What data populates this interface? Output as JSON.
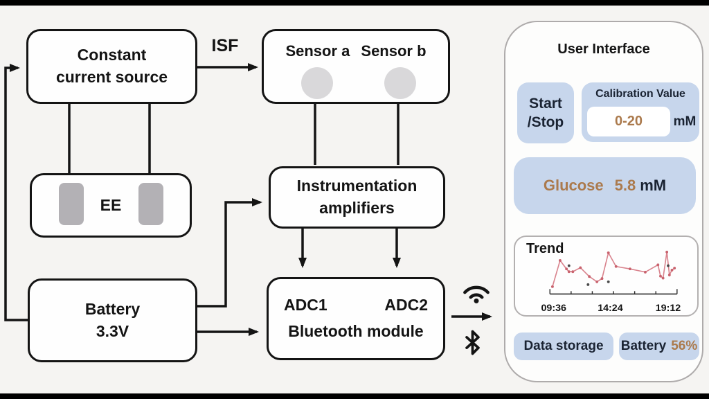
{
  "colors": {
    "accent_blue": "#c7d6ec",
    "accent_brown": "#ab7a4d",
    "ink": "#141414",
    "trend_line": "#d9848e"
  },
  "diagram": {
    "isf_label": "ISF",
    "constant_current_source": {
      "line1": "Constant",
      "line2": "current source"
    },
    "sensors": {
      "a": "Sensor a",
      "b": "Sensor b"
    },
    "ee": "EE",
    "amplifiers": {
      "line1": "Instrumentation",
      "line2": "amplifiers"
    },
    "battery": {
      "line1": "Battery",
      "line2": "3.3V"
    },
    "adc": {
      "left": "ADC1",
      "right": "ADC2",
      "line2": "Bluetooth module"
    }
  },
  "ui": {
    "title": "User Interface",
    "start_stop": {
      "line1": "Start",
      "line2": "/Stop"
    },
    "calibration": {
      "label": "Calibration Value",
      "value": "0-20",
      "unit": "mM"
    },
    "glucose": {
      "label": "Glucose",
      "value": "5.8",
      "unit": "mM"
    },
    "trend_title": "Trend",
    "data_storage": "Data storage",
    "battery_label": "Battery",
    "battery_value": "56%"
  },
  "chart_data": {
    "type": "line",
    "title": "Trend",
    "x_ticks": [
      "09:36",
      "14:24",
      "19:12"
    ],
    "x_tick_positions": [
      3,
      47.5,
      93
    ],
    "x_axis": "time of day",
    "y_axis": "unlabeled relative glucose level",
    "grid": false,
    "legend": "none",
    "line_color": "#d9848e",
    "marker_color": "#c9636e",
    "scatter_color": "#4a4a4a",
    "series": [
      {
        "name": "glucose trend",
        "points": [
          [
            2,
            94
          ],
          [
            8,
            29
          ],
          [
            13,
            50
          ],
          [
            15,
            57
          ],
          [
            18,
            57
          ],
          [
            24,
            47
          ],
          [
            31,
            69
          ],
          [
            37,
            82
          ],
          [
            41,
            74
          ],
          [
            46,
            10
          ],
          [
            52,
            44
          ],
          [
            63,
            50
          ],
          [
            75,
            58
          ],
          [
            85,
            40
          ],
          [
            87,
            68
          ],
          [
            89,
            73
          ],
          [
            92,
            8
          ],
          [
            94,
            65
          ],
          [
            96,
            53
          ],
          [
            98,
            48
          ]
        ]
      }
    ],
    "scatter_points": [
      [
        15,
        42
      ],
      [
        30,
        89
      ],
      [
        46,
        82
      ],
      [
        93,
        42
      ]
    ]
  }
}
